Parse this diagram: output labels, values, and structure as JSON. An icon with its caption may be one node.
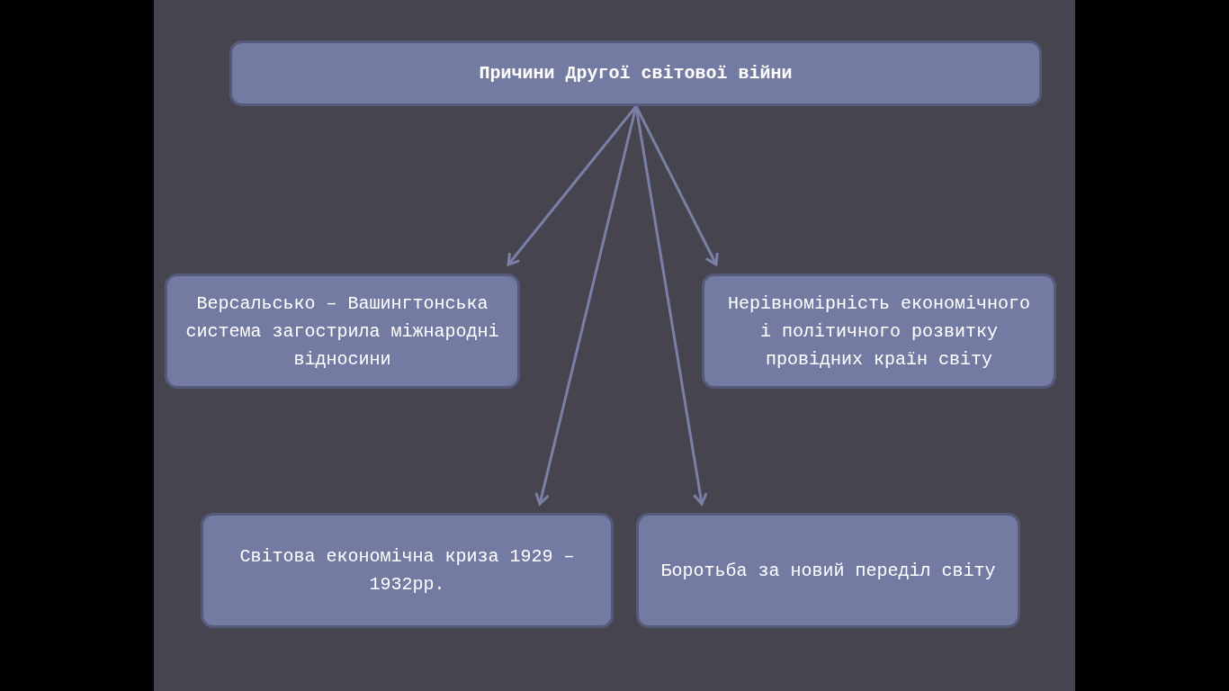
{
  "diagram": {
    "nodes": [
      {
        "text": [
          "Причини Другої світової війни"
        ]
      },
      {
        "text": [
          "Версальсько – Вашингтонська система загострила міжнародні відносини"
        ]
      },
      {
        "text": [
          "Нерівномірність економічного і політичного розвитку провідних країн світу"
        ]
      },
      {
        "text": [
          "Світова економічна криза 1929 – 1932рр."
        ]
      },
      {
        "text": [
          "Боротьба за новий переділ світу"
        ]
      }
    ],
    "edges": [
      {
        "from": 0,
        "to": 1,
        "arrow": "to"
      },
      {
        "from": 0,
        "to": 3,
        "arrow": "to"
      },
      {
        "from": 0,
        "to": 4,
        "arrow": "to"
      },
      {
        "from": 0,
        "to": 2,
        "arrow": "to"
      }
    ]
  }
}
